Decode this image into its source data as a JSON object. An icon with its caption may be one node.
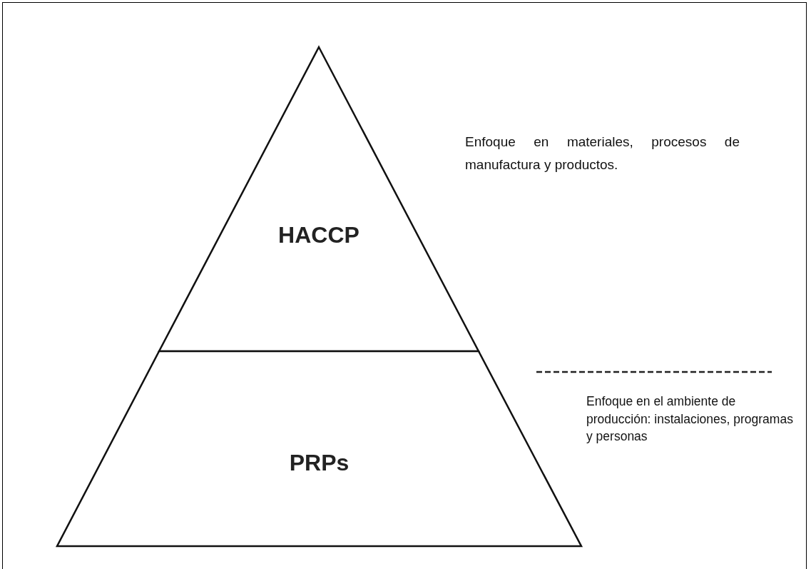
{
  "diagram": {
    "nodes": [
      {
        "text": [
          "HACCP"
        ],
        "beside": [
          "Enfoque en materiales, procesos de manufactura y productos."
        ]
      },
      {
        "text": [
          "PRPs"
        ],
        "beside": [
          "Enfoque en el ambiente de producción: instalaciones, programas y personas"
        ]
      }
    ]
  }
}
